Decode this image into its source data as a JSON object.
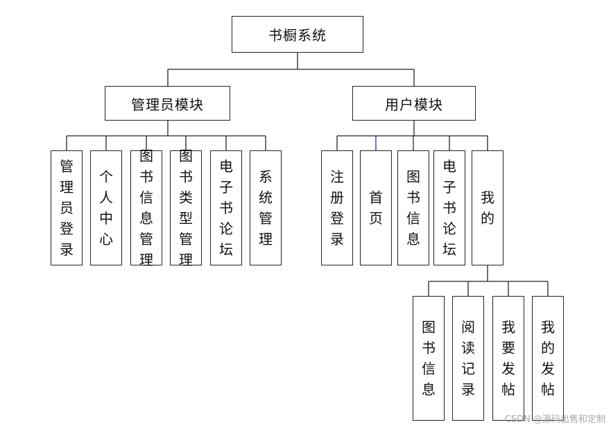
{
  "diagram": {
    "root": "书橱系统",
    "admin_module": {
      "title": "管理员模块",
      "children": [
        "管理员登录",
        "个人中心",
        "图书信息管理",
        "图书类型管理",
        "电子书论坛",
        "系统管理"
      ]
    },
    "user_module": {
      "title": "用户模块",
      "children": [
        "注册登录",
        "首页",
        "图书信息",
        "电子书论坛",
        "我的"
      ]
    },
    "mine": {
      "children": [
        "图书信息",
        "阅读记录",
        "我要发帖",
        "我的发帖"
      ]
    }
  },
  "watermark": "CSDN @源码出售和定制"
}
